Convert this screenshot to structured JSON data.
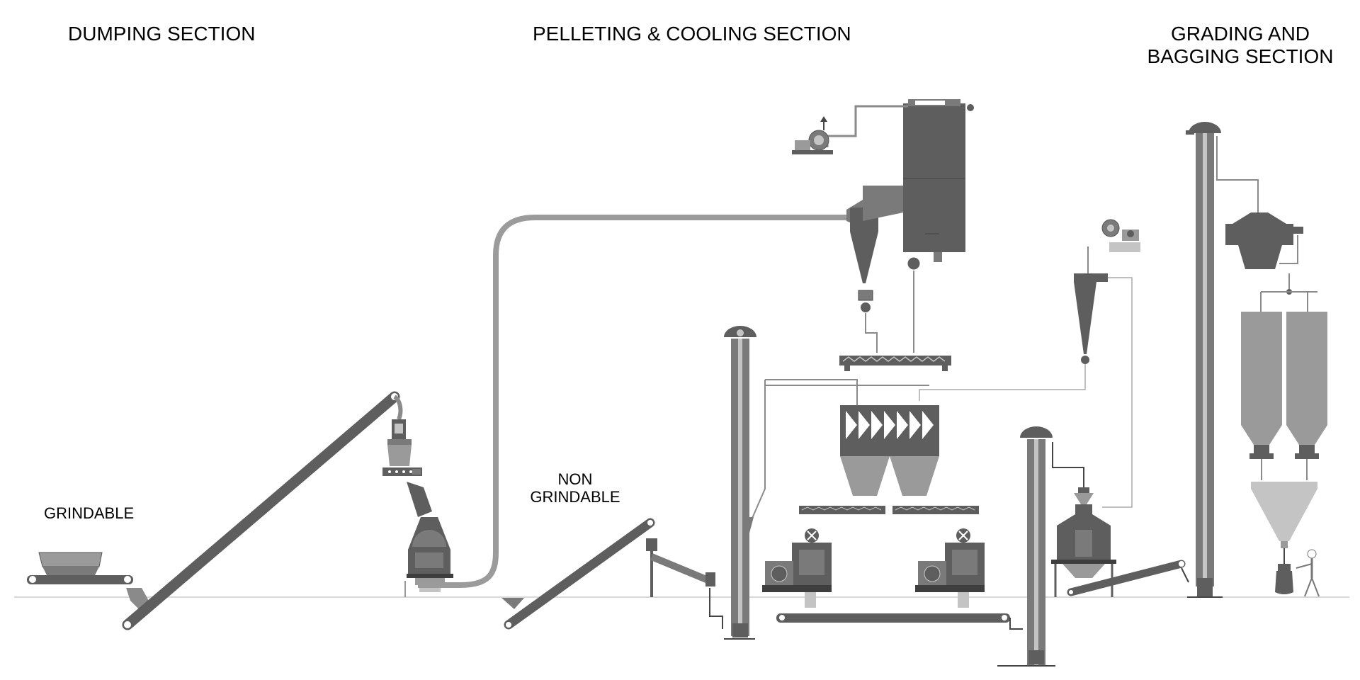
{
  "sections": {
    "dumping": "DUMPING SECTION",
    "pelleting": "PELLETING & COOLING SECTION",
    "grading_line1": "GRADING AND",
    "grading_line2": "BAGGING SECTION"
  },
  "labels": {
    "grindable": "GRINDABLE",
    "non_grindable_line1": "NON",
    "non_grindable_line2": "GRINDABLE"
  },
  "colors": {
    "equipment_dark": "#5e5e5e",
    "equipment_mid": "#7a7a7a",
    "equipment_light": "#9a9a9a",
    "equipment_pale": "#c4c4c4",
    "duct": "#9b9b9b",
    "pipe": "#8a8a8a",
    "ground": "#d8d8d8"
  }
}
